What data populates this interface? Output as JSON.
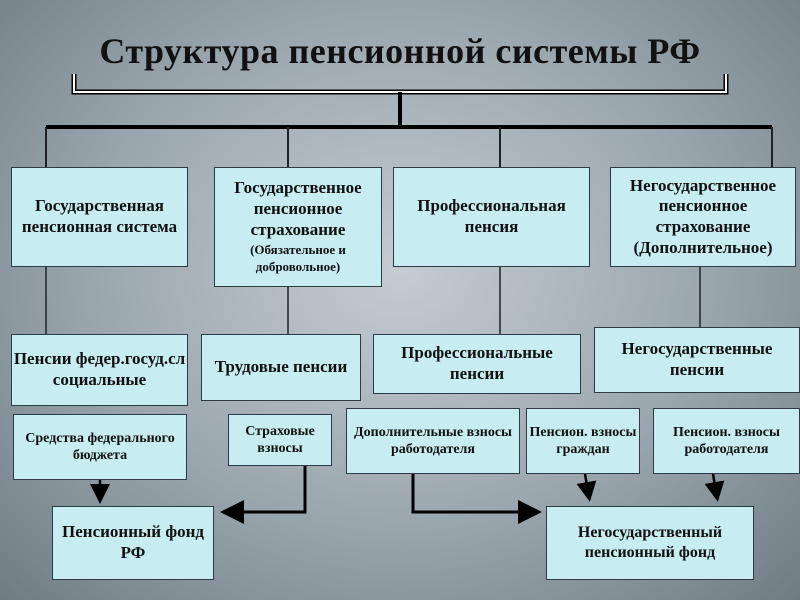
{
  "title": "Структура пенсионной системы РФ",
  "row1": {
    "state_system": "Государственная пенсионная система",
    "state_insurance": "Государственное пенсионное страхование",
    "state_insurance_note": "(Обязательное и добровольное)",
    "professional": "Профессиональная пенсия",
    "nonstate_insurance": "Негосударственное пенсионное страхование",
    "nonstate_insurance_note": "(Дополнительное)"
  },
  "row2": {
    "federal_pensions": "Пенсии федер.госуд.сл социальные",
    "labor_pensions": "Трудовые пенсии",
    "professional_pensions": "Профессиональные пенсии",
    "nonstate_pensions": "Негосударственные пенсии"
  },
  "row3": {
    "federal_budget": "Средства федерального бюджета",
    "insurance_contributions": "Страховые взносы",
    "employer_additional": "Дополнительные взносы работодателя",
    "citizen_contributions": "Пенсион. взносы граждан",
    "employer_contributions": "Пенсион. взносы работодателя"
  },
  "funds": {
    "pension_fund": "Пенсионный фонд РФ",
    "nonstate_fund": "Негосударственный пенсионный фонд"
  },
  "colors": {
    "box_fill": "#c7ecf2",
    "box_border": "#2e3b44",
    "line": "#000000"
  }
}
